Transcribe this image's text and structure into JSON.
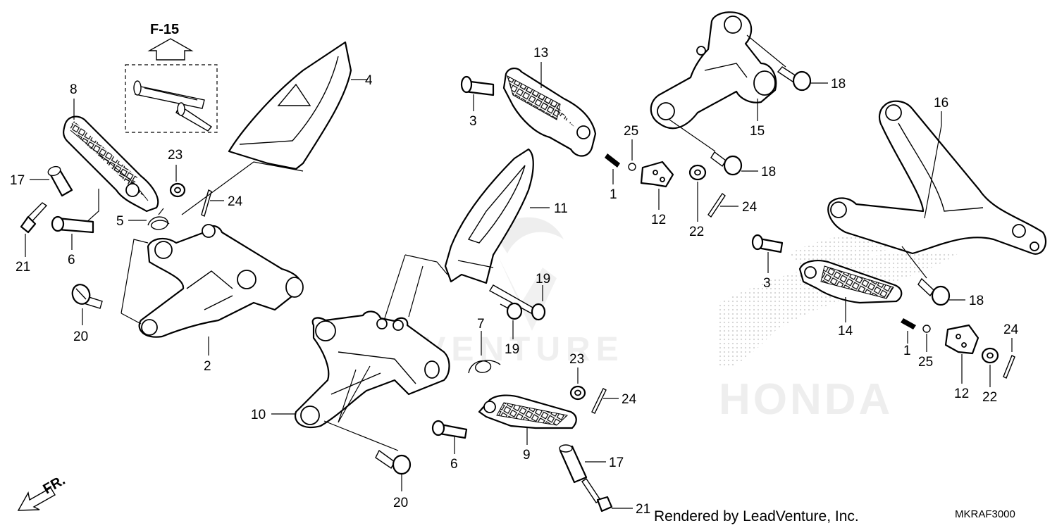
{
  "diagram": {
    "ref_arrow_label": "F-15",
    "direction_label": "FR.",
    "credit": "Rendered by LeadVenture, Inc.",
    "diagram_code": "MKRAF3000",
    "watermark": {
      "text": "ADVENTURE",
      "brand": "HONDA"
    },
    "callouts": [
      {
        "id": "c8",
        "label": "8"
      },
      {
        "id": "c4",
        "label": "4"
      },
      {
        "id": "c17a",
        "label": "17"
      },
      {
        "id": "c23a",
        "label": "23"
      },
      {
        "id": "c24a",
        "label": "24"
      },
      {
        "id": "c5",
        "label": "5"
      },
      {
        "id": "c21a",
        "label": "21"
      },
      {
        "id": "c6a",
        "label": "6"
      },
      {
        "id": "c20a",
        "label": "20"
      },
      {
        "id": "c2",
        "label": "2"
      },
      {
        "id": "c13",
        "label": "13"
      },
      {
        "id": "c3a",
        "label": "3"
      },
      {
        "id": "c11",
        "label": "11"
      },
      {
        "id": "c19a",
        "label": "19"
      },
      {
        "id": "c19b",
        "label": "19"
      },
      {
        "id": "c7",
        "label": "7"
      },
      {
        "id": "c10",
        "label": "10"
      },
      {
        "id": "c23b",
        "label": "23"
      },
      {
        "id": "c24b",
        "label": "24"
      },
      {
        "id": "c9",
        "label": "9"
      },
      {
        "id": "c6b",
        "label": "6"
      },
      {
        "id": "c17b",
        "label": "17"
      },
      {
        "id": "c20b",
        "label": "20"
      },
      {
        "id": "c21b",
        "label": "21"
      },
      {
        "id": "c18a",
        "label": "18"
      },
      {
        "id": "c15",
        "label": "15"
      },
      {
        "id": "c25a",
        "label": "25"
      },
      {
        "id": "c1a",
        "label": "1"
      },
      {
        "id": "c18b",
        "label": "18"
      },
      {
        "id": "c12a",
        "label": "12"
      },
      {
        "id": "c22a",
        "label": "22"
      },
      {
        "id": "c24c",
        "label": "24"
      },
      {
        "id": "c16",
        "label": "16"
      },
      {
        "id": "c3b",
        "label": "3"
      },
      {
        "id": "c18c",
        "label": "18"
      },
      {
        "id": "c14",
        "label": "14"
      },
      {
        "id": "c24d",
        "label": "24"
      },
      {
        "id": "c1b",
        "label": "1"
      },
      {
        "id": "c25b",
        "label": "25"
      },
      {
        "id": "c12b",
        "label": "12"
      },
      {
        "id": "c22b",
        "label": "22"
      }
    ]
  }
}
